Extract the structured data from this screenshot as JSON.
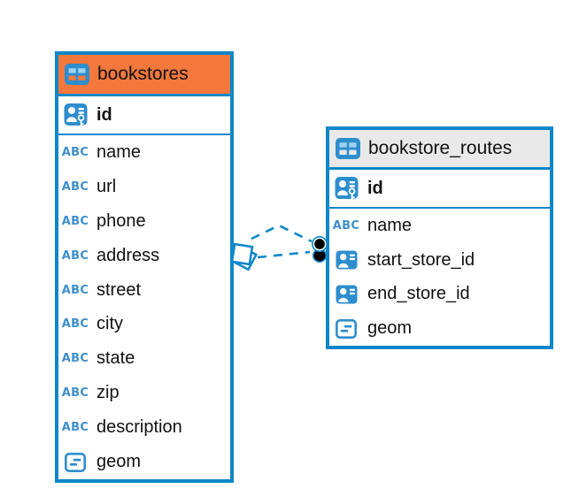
{
  "colors": {
    "accent_blue": "#0d87c9",
    "icon_blue": "#2e8ecd",
    "type_label_blue": "#3e8fcb",
    "selected_header_orange": "#f4773c",
    "header_gray": "#e9e9e9",
    "row_text": "#111111",
    "relationship_dot": "#000000",
    "background": "#ffffff"
  },
  "icons": {
    "table_header": "table-grid-icon",
    "primary_key": "person-key-icon",
    "foreign_ref": "person-card-icon",
    "text_type": "abc-text-icon",
    "text_type_label": "ABC",
    "geometry_type": "geometry-dash-icon"
  },
  "tables": [
    {
      "name": "bookstores",
      "selected": true,
      "primary_key": {
        "name": "id"
      },
      "columns": [
        {
          "name": "name",
          "type": "text"
        },
        {
          "name": "url",
          "type": "text"
        },
        {
          "name": "phone",
          "type": "text"
        },
        {
          "name": "address",
          "type": "text"
        },
        {
          "name": "street",
          "type": "text"
        },
        {
          "name": "city",
          "type": "text"
        },
        {
          "name": "state",
          "type": "text"
        },
        {
          "name": "zip",
          "type": "text"
        },
        {
          "name": "description",
          "type": "text"
        },
        {
          "name": "geom",
          "type": "geometry"
        }
      ]
    },
    {
      "name": "bookstore_routes",
      "selected": false,
      "primary_key": {
        "name": "id"
      },
      "columns": [
        {
          "name": "name",
          "type": "text"
        },
        {
          "name": "start_store_id",
          "type": "reference"
        },
        {
          "name": "end_store_id",
          "type": "reference"
        },
        {
          "name": "geom",
          "type": "geometry"
        }
      ]
    }
  ],
  "relationships": [
    {
      "from_table": "bookstores",
      "to_table": "bookstore_routes",
      "line_style": "dashed",
      "edge_count": 2
    }
  ]
}
